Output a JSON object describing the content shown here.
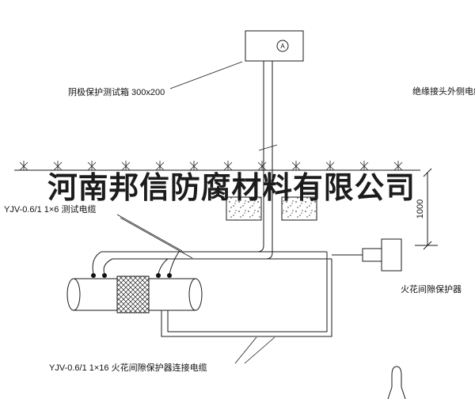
{
  "page": {
    "background": "#ffffff",
    "line_color": "#1a1a1a"
  },
  "annotations": {
    "test_box_label": "阴极保护测试箱 300x200",
    "insulated_joint_cable_label": "绝缘接头外侧电缆",
    "test_cable_label": "YJV-0.6/1 1×6  测试电缆",
    "spark_gap_label": "火花间隙保护器",
    "connection_cable_label": "YJV-0.6/1 1×16  火花间隙保护器连接电缆",
    "dimension_value": "1000",
    "meter_symbol": "A"
  },
  "watermark": {
    "text": "河南邦信防腐材料有限公司",
    "color": "#1c1c1c"
  }
}
